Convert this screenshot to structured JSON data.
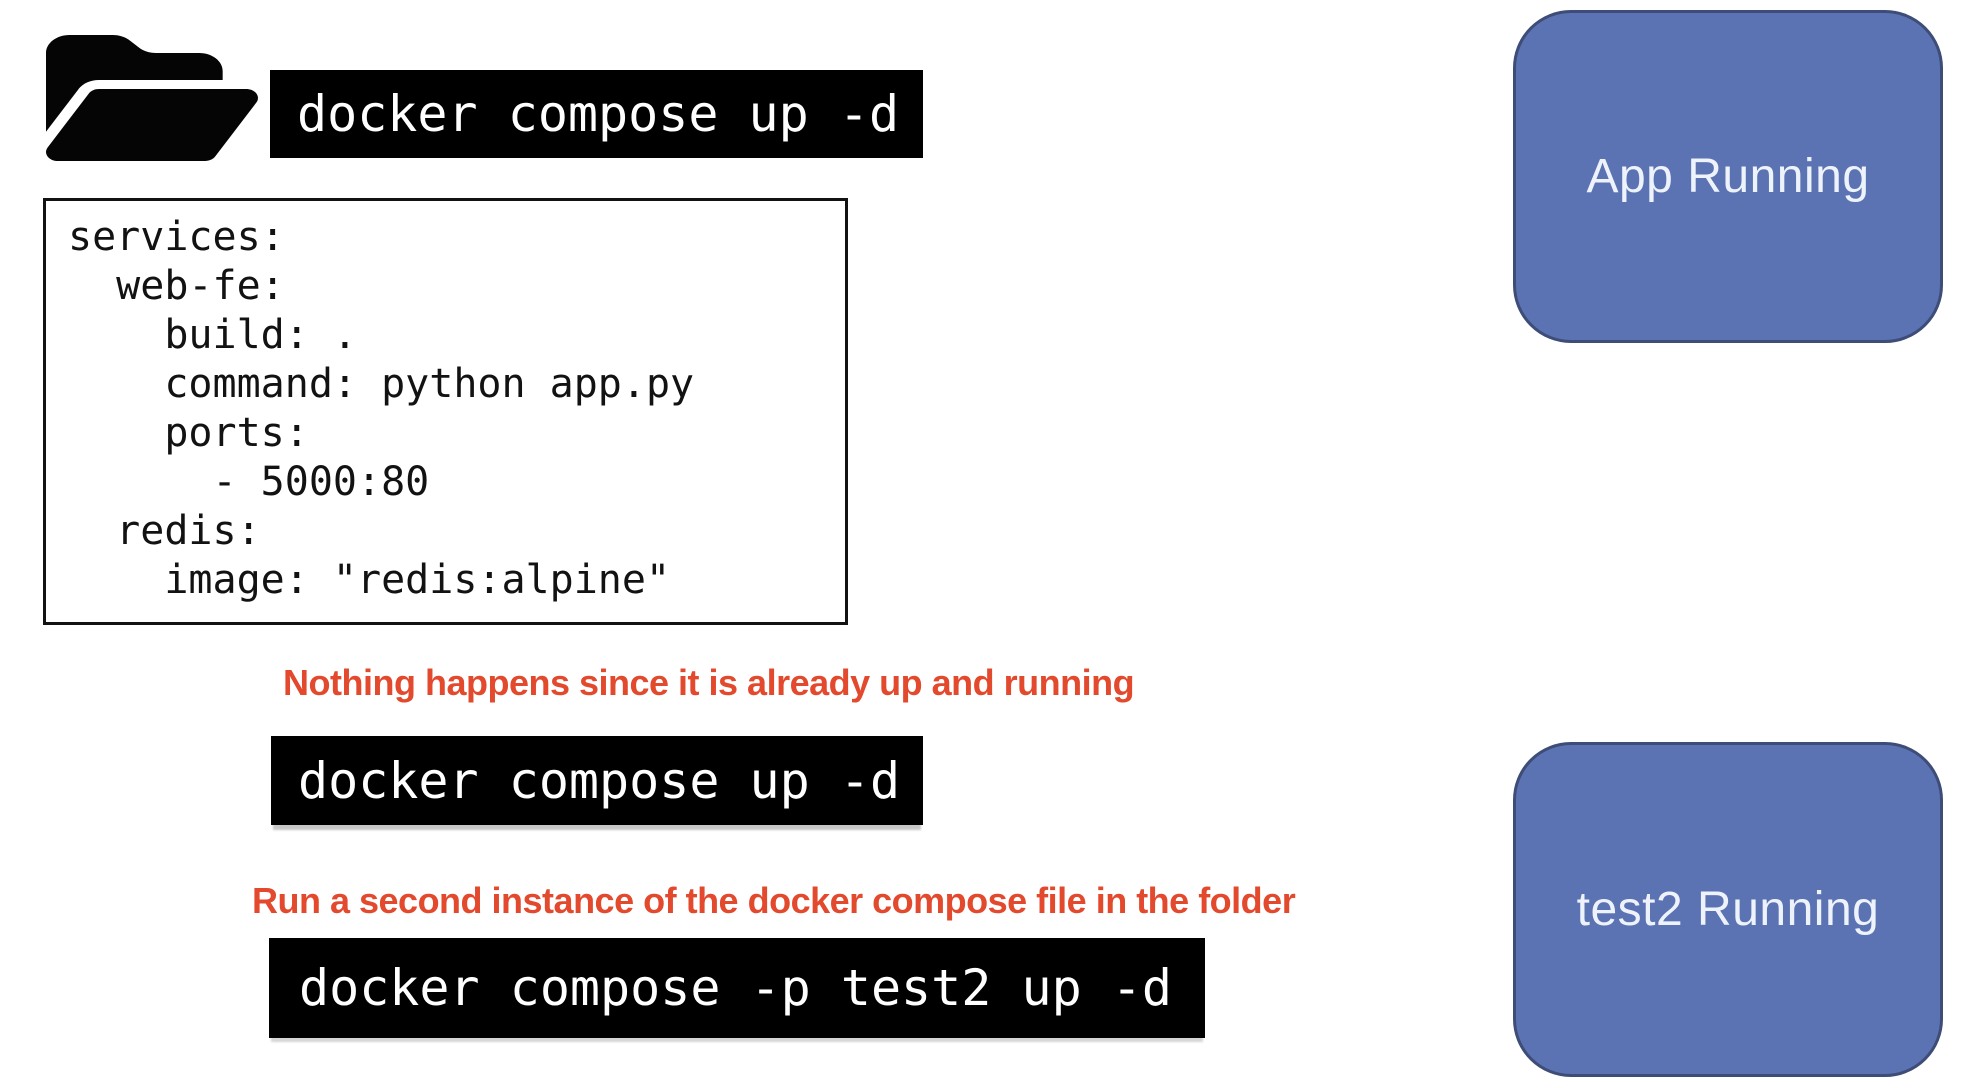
{
  "commands": {
    "cmd1": "docker compose up -d",
    "cmd2": "docker compose up -d",
    "cmd3": "docker compose -p test2 up -d"
  },
  "compose_file": {
    "content": "services:\n  web-fe:\n    build: .\n    command: python app.py\n    ports:\n      - 5000:80\n  redis:\n    image: \"redis:alpine\""
  },
  "notes": {
    "note1": "Nothing happens since it is already up and running",
    "note2": "Run a second instance of the docker compose file in the folder"
  },
  "states": {
    "app": "App Running",
    "test2": "test2 Running"
  },
  "icons": {
    "folder": "open-folder-icon"
  },
  "colors": {
    "note_red": "#E2492D",
    "state_fill": "#5B73B2",
    "state_border": "#3E4D78",
    "command_bg": "#000000",
    "command_fg": "#FFFFFF"
  }
}
